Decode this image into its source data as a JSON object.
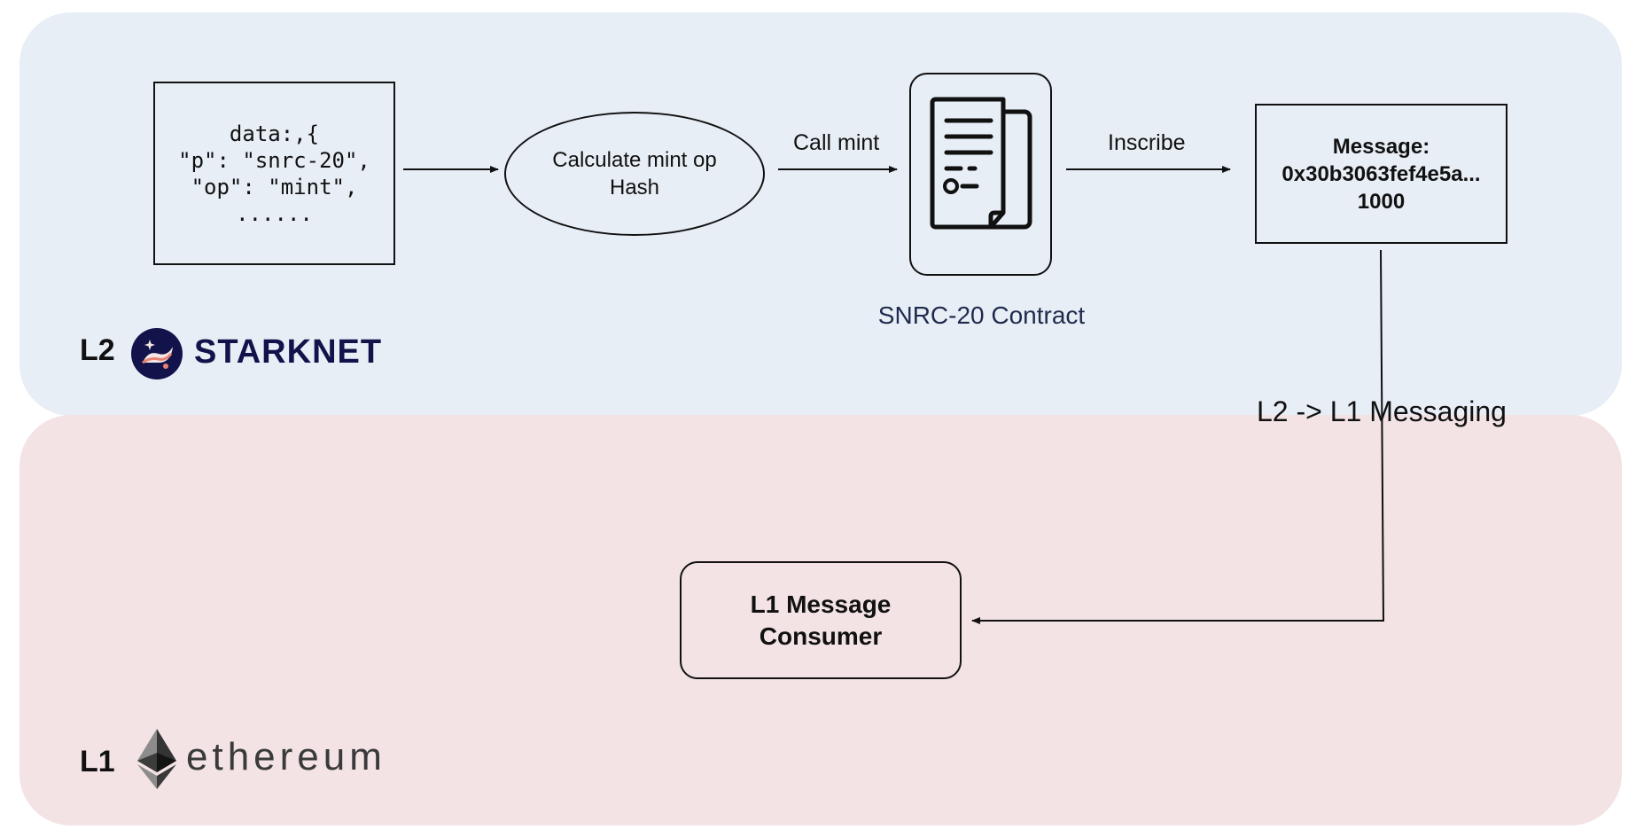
{
  "l2_layer": {
    "label": "L2",
    "brand": "STARKNET",
    "brand_color": "#12134a",
    "background": "#e8eef6"
  },
  "l1_layer": {
    "label": "L1",
    "brand": "ethereum",
    "background": "#f3e3e4"
  },
  "code_box": {
    "lines": [
      "data:,{",
      "\"p\": \"snrc-20\",",
      "\"op\": \"mint\",",
      "......"
    ]
  },
  "hash_step": {
    "lines": [
      "Calculate mint op",
      "Hash"
    ]
  },
  "edges": {
    "call_mint": "Call mint",
    "inscribe": "Inscribe",
    "messaging": "L2 -> L1 Messaging"
  },
  "contract": {
    "caption": "SNRC-20 Contract",
    "icon": "document-contract-icon"
  },
  "message": {
    "lines": [
      "Message:",
      "0x30b3063fef4e5a...",
      "1000"
    ]
  },
  "consumer": {
    "lines": [
      "L1 Message",
      "Consumer"
    ]
  }
}
